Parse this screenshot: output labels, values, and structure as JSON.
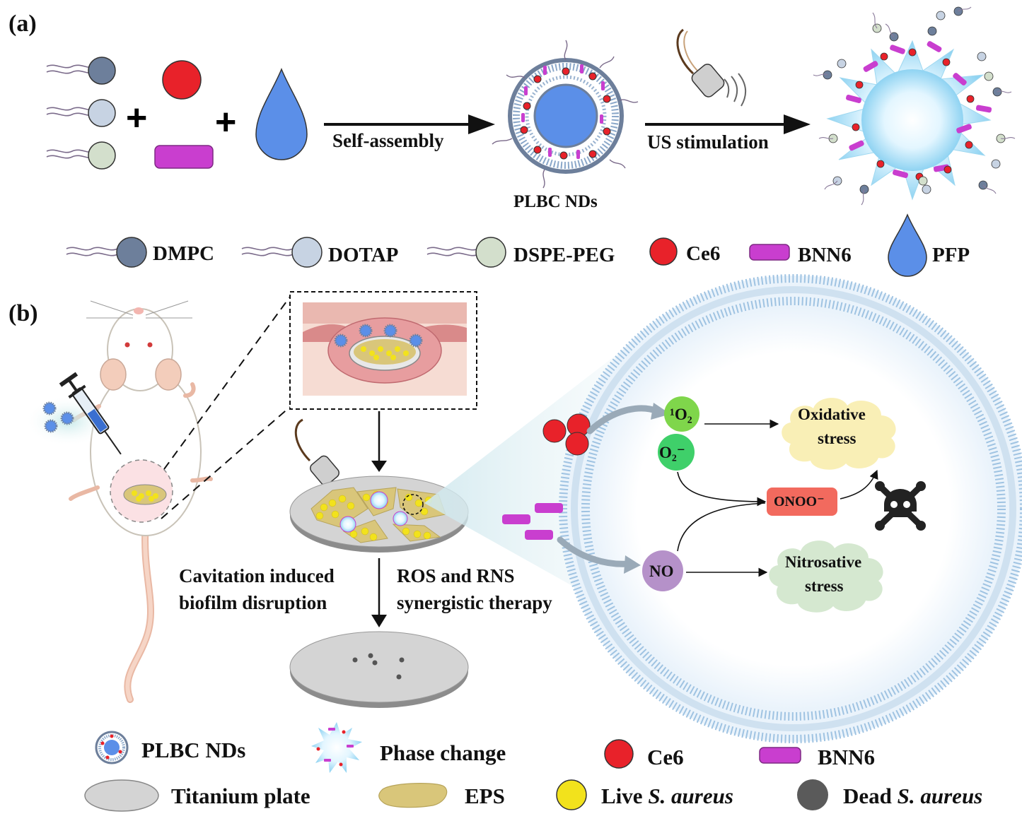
{
  "panel_a": {
    "label": "(a)",
    "self_assembly": "Self-assembly",
    "us_stimulation": "US stimulation",
    "plbc_nds": "PLBC NDs",
    "legend": {
      "dmpc": "DMPC",
      "dotap": "DOTAP",
      "dspe_peg": "DSPE-PEG",
      "ce6": "Ce6",
      "bnn6": "BNN6",
      "pfp": "PFP"
    }
  },
  "panel_b": {
    "label": "(b)",
    "cavitation_line1": "Cavitation induced",
    "cavitation_line2": "biofilm disruption",
    "ros_line1": "ROS and RNS",
    "ros_line2": "synergistic therapy",
    "singlet_oxygen": "¹O₂",
    "superoxide": "O₂⁻",
    "peroxynitrite": "ONOO⁻",
    "nitric_oxide": "NO",
    "oxidative_line1": "Oxidative",
    "oxidative_line2": "stress",
    "nitrosative_line1": "Nitrosative",
    "nitrosative_line2": "stress"
  },
  "bottom_legend": {
    "plbc_nds": "PLBC NDs",
    "phase_change": "Phase change",
    "ce6": "Ce6",
    "bnn6": "BNN6",
    "titanium_plate": "Titanium plate",
    "eps": "EPS",
    "live_prefix": "Live ",
    "live_species": "S. aureus",
    "dead_prefix": "Dead ",
    "dead_species": "S. aureus"
  },
  "colors": {
    "dmpc": "#6d7f9b",
    "dotap": "#c7d3e3",
    "dspe_peg": "#d3dfcc",
    "ce6": "#e8222a",
    "bnn6": "#c93ecf",
    "pfp": "#5b8fe8",
    "singlet_oxygen": "#7fd64b",
    "superoxide": "#3fd06a",
    "peroxynitrite": "#f26a5e",
    "nitric_oxide": "#b591c9",
    "titanium": "#d4d4d4",
    "eps": "#d9c67a",
    "live": "#f2e21c",
    "dead": "#5a5a5a"
  },
  "icons": [
    "ultrasound-probe-icon",
    "syringe-icon",
    "mouse-icon",
    "skull-icon",
    "droplet-icon"
  ]
}
